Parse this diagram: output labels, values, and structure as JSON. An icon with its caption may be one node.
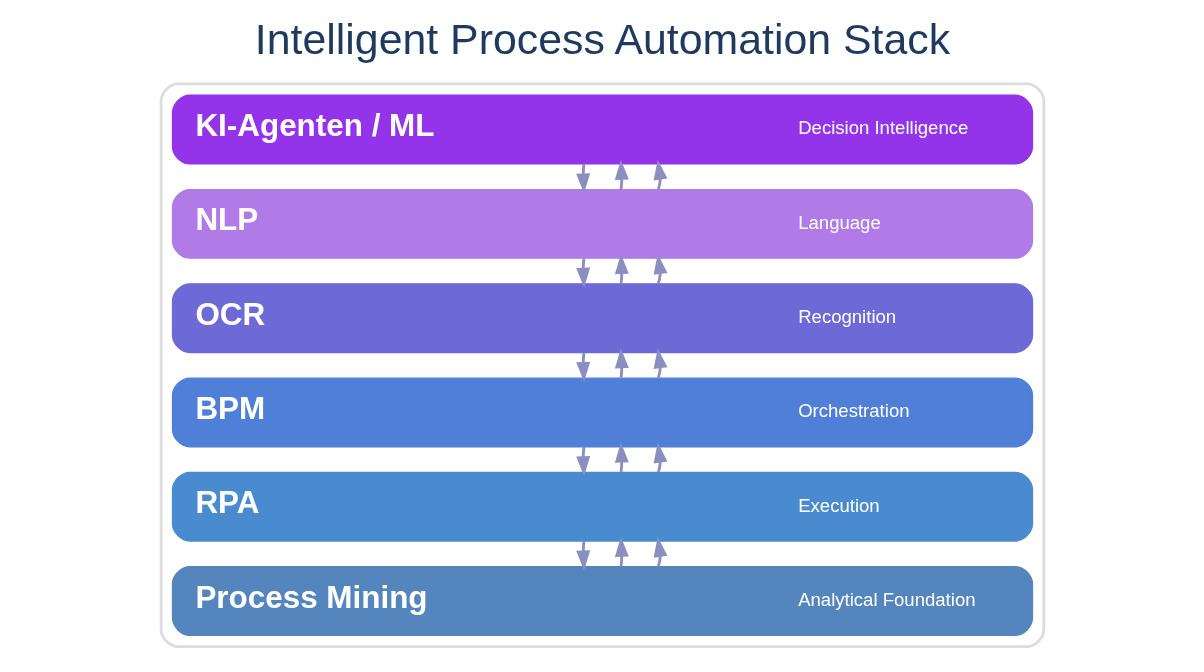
{
  "diagram": {
    "title": "Intelligent Process Automation Stack",
    "nodes": [
      {
        "text": [],
        "shape": "box"
      },
      {
        "text": [
          "KI-Agenten / ML",
          "Decision Intelligence"
        ],
        "in": 0
      },
      {
        "text": [
          "NLP",
          "Language"
        ],
        "in": 0
      },
      {
        "text": [
          "OCR",
          "Recognition"
        ],
        "in": 0
      },
      {
        "text": [
          "BPM",
          "Orchestration"
        ],
        "in": 0
      },
      {
        "text": [
          "RPA",
          "Execution"
        ],
        "in": 0
      },
      {
        "text": [
          "Process Mining",
          "Analytical Foundation"
        ],
        "in": 0
      }
    ],
    "edges": [
      {
        "from": 1,
        "to": 2,
        "arrow": "to"
      },
      {
        "from": 2,
        "to": 1,
        "arrow": "to"
      },
      {
        "from": 2,
        "to": 1,
        "arrow": "to"
      },
      {
        "from": 2,
        "to": 3,
        "arrow": "to"
      },
      {
        "from": 3,
        "to": 2,
        "arrow": "to"
      },
      {
        "from": 3,
        "to": 2,
        "arrow": "to"
      },
      {
        "from": 3,
        "to": 4,
        "arrow": "to"
      },
      {
        "from": 4,
        "to": 3,
        "arrow": "to"
      },
      {
        "from": 4,
        "to": 3,
        "arrow": "to"
      },
      {
        "from": 4,
        "to": 5,
        "arrow": "to"
      },
      {
        "from": 5,
        "to": 4,
        "arrow": "to"
      },
      {
        "from": 5,
        "to": 4,
        "arrow": "to"
      },
      {
        "from": 5,
        "to": 6,
        "arrow": "to"
      },
      {
        "from": 6,
        "to": 5,
        "arrow": "to"
      },
      {
        "from": 6,
        "to": 5,
        "arrow": "to"
      }
    ]
  }
}
